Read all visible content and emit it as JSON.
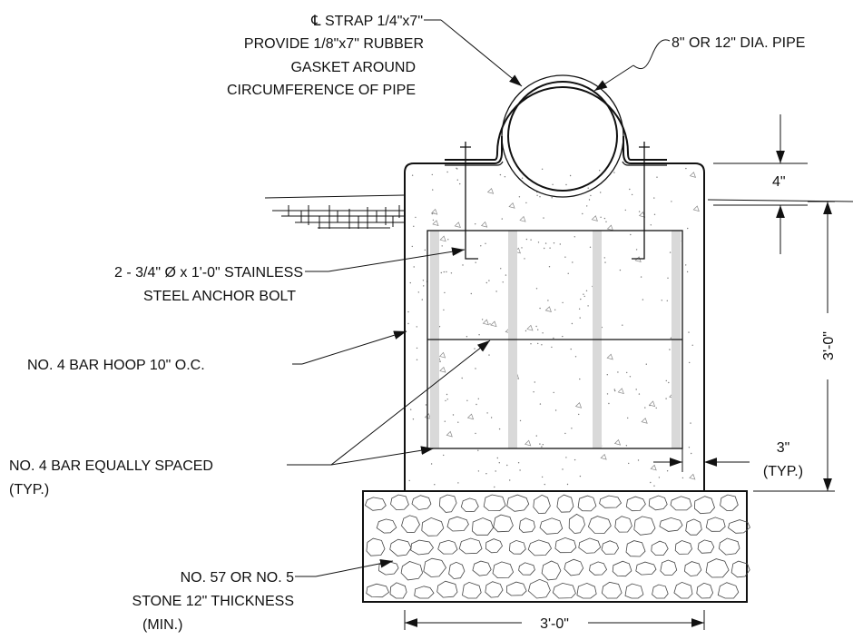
{
  "title": "",
  "labels": {
    "strap": "℄ STRAP 1/4\"x7\"",
    "gasket_1": "PROVIDE 1/8\"x7\" RUBBER",
    "gasket_2": "GASKET AROUND",
    "gasket_3": "CIRCUMFERENCE OF PIPE",
    "pipe": "8\" OR 12\" DIA. PIPE",
    "anchor_1": "2 - 3/4\" Ø x 1'-0\" STAINLESS",
    "anchor_2": "STEEL ANCHOR BOLT",
    "hoop": "NO. 4 BAR HOOP 10\" O.C.",
    "bar_1": "NO. 4 BAR EQUALLY SPACED",
    "bar_2": "(TYP.)",
    "stone_1": "NO. 57 OR NO. 5",
    "stone_2": "STONE 12\" THICKNESS",
    "stone_3": "(MIN.)"
  },
  "dimensions": {
    "top_cover": "4\"",
    "pier_height": "3'-0\"",
    "cover_side_1": "3\"",
    "cover_side_2": "(TYP.)",
    "base_width": "3'-0\""
  },
  "colors": {
    "line": "#111111",
    "rebar_fill": "#d9d9d9",
    "background": "#ffffff"
  }
}
